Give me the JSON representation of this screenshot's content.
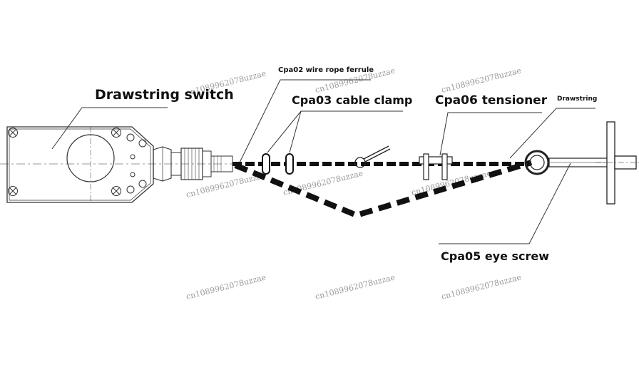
{
  "diagram": {
    "labels": {
      "drawstring_switch": "Drawstring switch",
      "wire_rope_ferrule": "Cpa02 wire rope ferrule",
      "cable_clamp": "Cpa03 cable clamp",
      "tensioner": "Cpa06 tensioner",
      "drawstring": "Drawstring",
      "eye_screw": "Cpa05 eye screw"
    },
    "watermark": "cn1089962078uzzae",
    "colors": {
      "line": "#111111",
      "background": "#ffffff",
      "watermark": "#9a9a9a"
    }
  }
}
